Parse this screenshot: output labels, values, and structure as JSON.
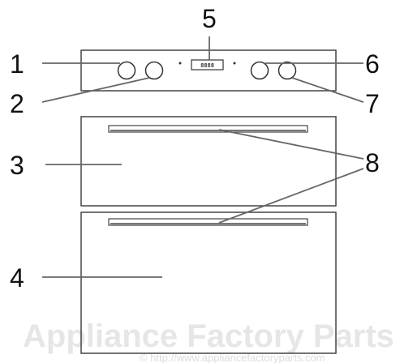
{
  "callouts": {
    "c1": "1",
    "c2": "2",
    "c3": "3",
    "c4": "4",
    "c5": "5",
    "c6": "6",
    "c7": "7",
    "c8": "8"
  },
  "display": {
    "readout": "8888"
  },
  "watermark": {
    "brand": "Appliance Factory Parts",
    "url": "© http://www.appliancefactoryparts.com"
  },
  "colors": {
    "outline": "#444444",
    "leader": "#666666",
    "text": "#111111",
    "watermark": "#e6e6e6"
  }
}
